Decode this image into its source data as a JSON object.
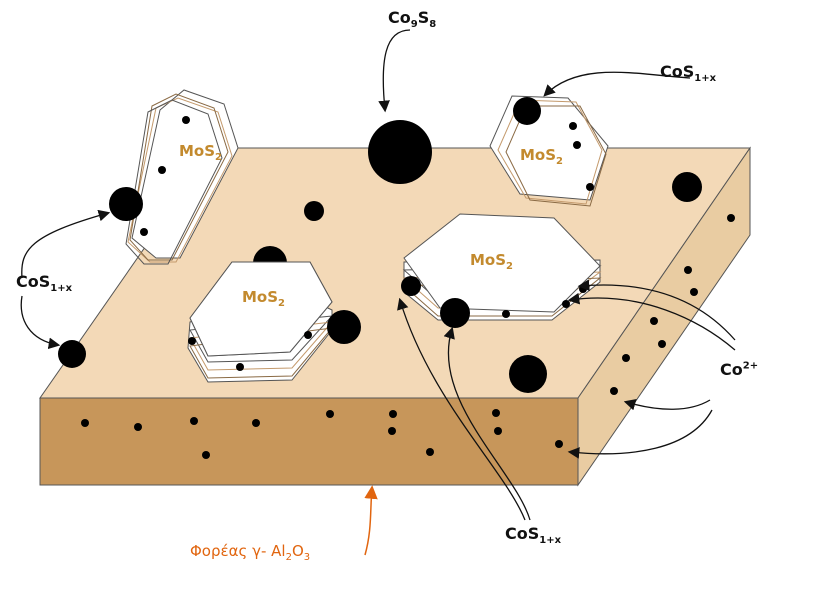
{
  "colors": {
    "top_face": "#f3d9b7",
    "front_face": "#c7965a",
    "side_face": "#e9cca2",
    "outline": "#444444",
    "particle": "#000000",
    "mos2_text": "#c38a2e",
    "support_text": "#e1650f",
    "support_arrow": "#e1650f",
    "arrow": "#111111"
  },
  "labels": {
    "co9s8": {
      "base": "Co",
      "sub1": "9",
      "mid": "S",
      "sub2": "8"
    },
    "cos_top_right": {
      "base": "CoS",
      "sub": "1+x"
    },
    "cos_left": {
      "base": "CoS",
      "sub": "1+x"
    },
    "cos_bottom": {
      "base": "CoS",
      "sub": "1+x"
    },
    "co_ion": {
      "base": "Co",
      "sup": "2+"
    },
    "mos2": {
      "base": "MoS",
      "sub": "2"
    },
    "support": {
      "prefix": "Φορέας γ- Al",
      "sub1": "2",
      "mid": "O",
      "sub2": "3"
    }
  },
  "icons": {
    "crystal": "hexagon-slab-icon",
    "particle": "filled-circle-icon",
    "arrow": "curved-arrow-icon"
  }
}
